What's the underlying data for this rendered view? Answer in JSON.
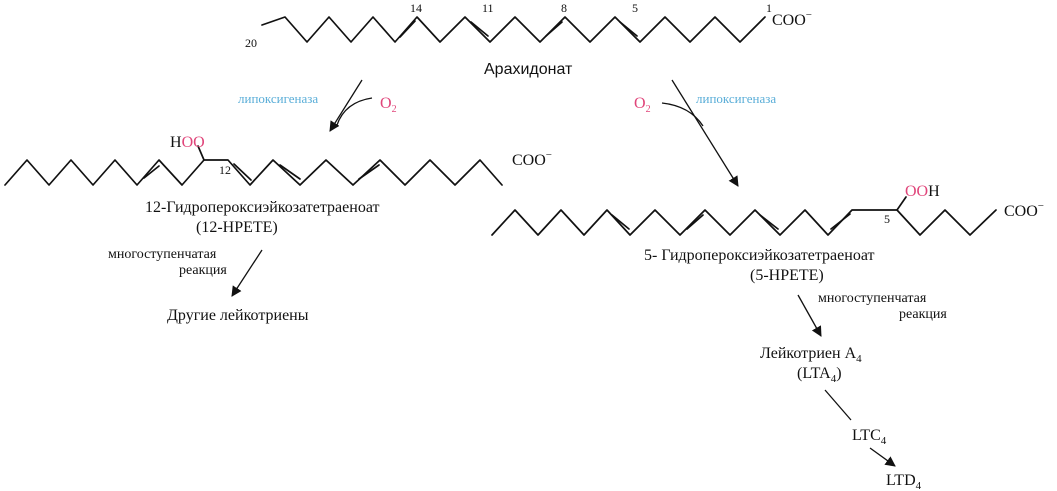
{
  "colors": {
    "enzyme": "#5aaed8",
    "oxygen": "#e0457a",
    "ink": "#111111"
  },
  "top": {
    "carbon_labels": {
      "c20": "20",
      "c14": "14",
      "c11": "11",
      "c8": "8",
      "c5": "5",
      "c1": "1"
    },
    "carboxylate": {
      "base": "COO",
      "charge": "−"
    },
    "name": "Арахидонат"
  },
  "left_branch": {
    "enzyme": "липоксигеназа",
    "oxygen": {
      "symbol": "O",
      "subscript": "2"
    },
    "hydroperoxy": {
      "h": "H",
      "oo": "OO"
    },
    "position": "12",
    "carboxylate": {
      "base": "COO",
      "charge": "−"
    },
    "name": "12-Гидропероксиэйкозатетраеноат",
    "abbrev": "(12-HPETE)",
    "step_line1": "многоступенчатая",
    "step_line2": "реакция",
    "product": "Другие лейкотриены"
  },
  "right_branch": {
    "enzyme": "липоксигеназа",
    "oxygen": {
      "symbol": "O",
      "subscript": "2"
    },
    "hydroperoxy": {
      "oo": "OO",
      "h": "H"
    },
    "position": "5",
    "carboxylate": {
      "base": "COO",
      "charge": "−"
    },
    "name": "5- Гидропероксиэйкозатетраеноат",
    "abbrev": "(5-HPETE)",
    "step_line1": "многоступенчатая",
    "step_line2": "реакция",
    "lta4": {
      "text": "Лейкотриен A",
      "sub": "4"
    },
    "lta4_abbrev": {
      "open": "(LTA",
      "sub": "4",
      "close": ")"
    },
    "ltc4": {
      "text": "LTC",
      "sub": "4"
    },
    "ltd4": {
      "text": "LTD",
      "sub": "4"
    }
  }
}
